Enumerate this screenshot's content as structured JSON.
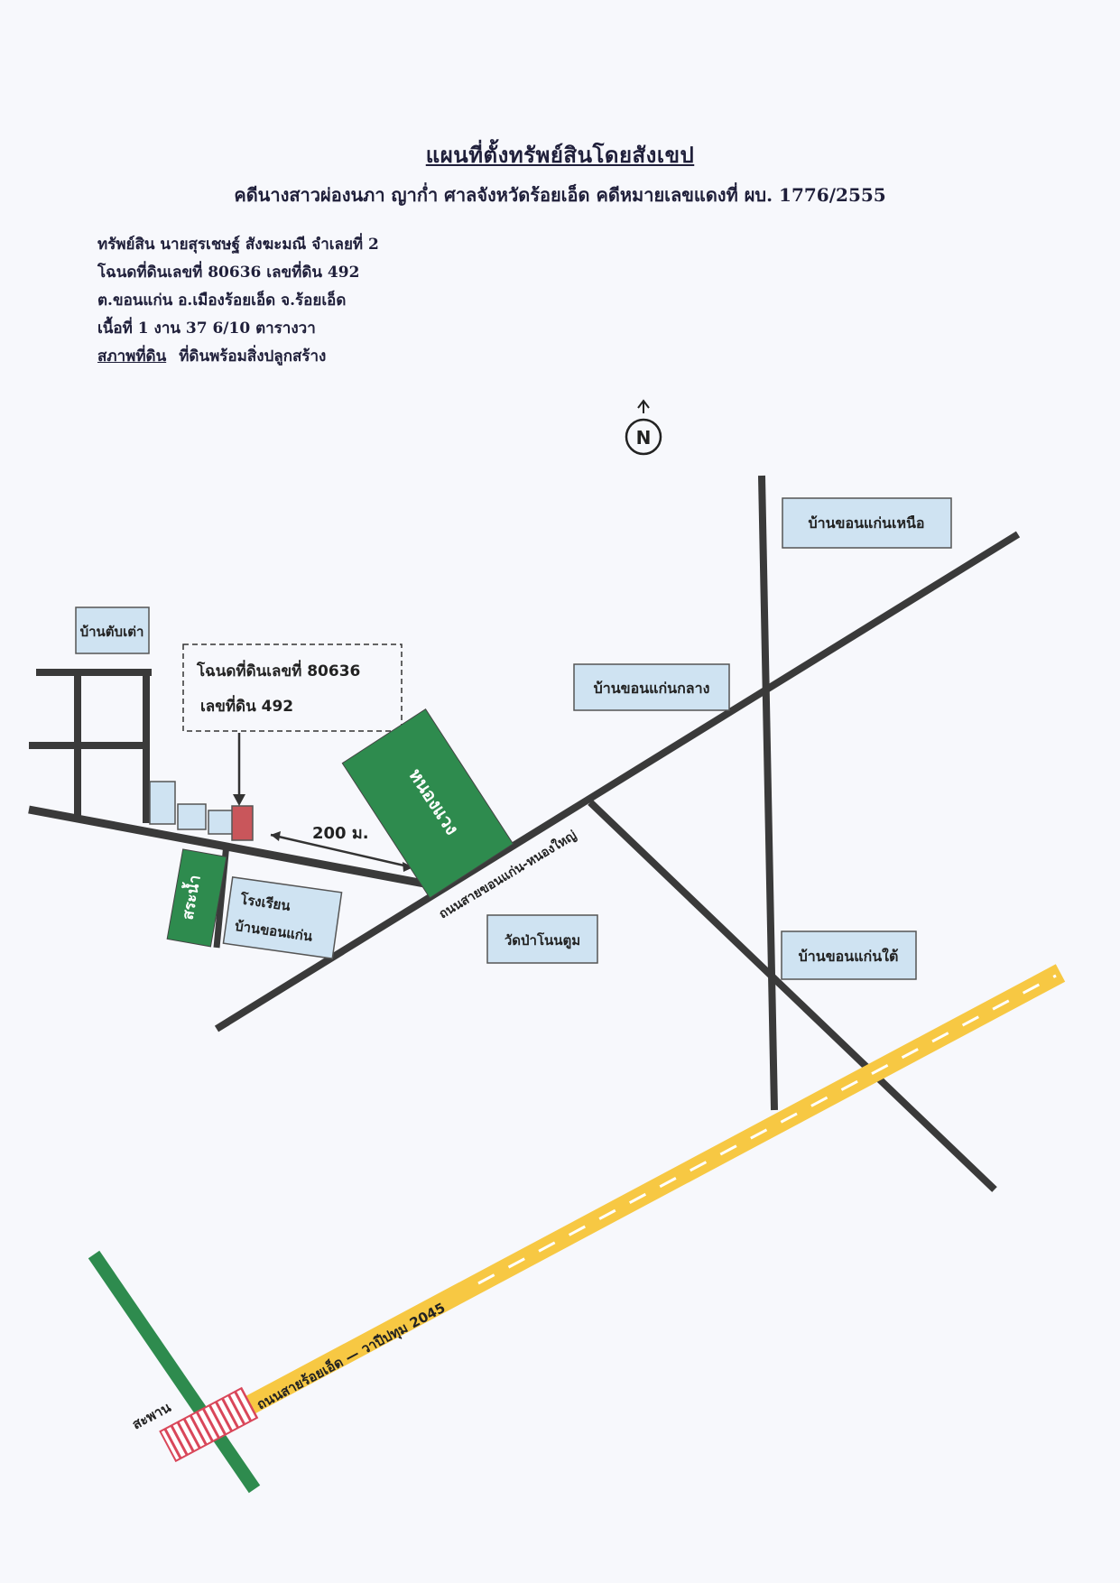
{
  "title": "แผนที่ตั้งทรัพย์สินโดยสังเขป",
  "subtitle": "คดีนางสาวผ่องนภา ญาก่ำ ศาลจังหวัดร้อยเอ็ด คดีหมายเลขแดงที่ ผบ. 1776/2555",
  "info": {
    "line1": "ทรัพย์สิน นายสุรเชษฐ์ สังฆะมณี จำเลยที่ 2",
    "line2": "โฉนดที่ดินเลขที่ 80636 เลขที่ดิน 492",
    "line3": "ต.ขอนแก่น อ.เมืองร้อยเอ็ด จ.ร้อยเอ็ด",
    "line4": "เนื้อที่ 1 งาน 37 6/10 ตารางวา",
    "line5_label": "สภาพที่ดิน",
    "line5_value": "ที่ดินพร้อมสิ่งปลูกสร้าง"
  },
  "map": {
    "north": "N",
    "parcel_line1": "โฉนดที่ดินเลขที่ 80636",
    "parcel_line2": "เลขที่ดิน 492",
    "distance": "200 ม.",
    "place_ban_tap_tao": "บ้านตับเต่า",
    "place_ban_khon_kaen_nuea": "บ้านขอนแก่นเหนือ",
    "place_ban_khon_kaen_klang": "บ้านขอนแก่นกลาง",
    "place_ban_khon_kaen_tai": "บ้านขอนแก่นใต้",
    "place_wat": "วัดป่าโนนตูม",
    "school_line1": "โรงเรียน",
    "school_line2": "บ้านขอนแก่น",
    "pond": "สระน้ำ",
    "nong_waeng": "หนองแวง",
    "road_khon_kaen": "ถนนสายขอนแก่น-หนองใหญ่",
    "road_highway": "ถนนสายร้อยเอ็ด — วาปีปทุม 2045",
    "bridge": "สะพาน",
    "colors": {
      "road": "#3a3a3a",
      "highway": "#f7c843",
      "green": "#2e8b4e",
      "box_fill": "#cfe3f2",
      "parcel": "#c9565b",
      "bridge": "#d9475a"
    }
  }
}
